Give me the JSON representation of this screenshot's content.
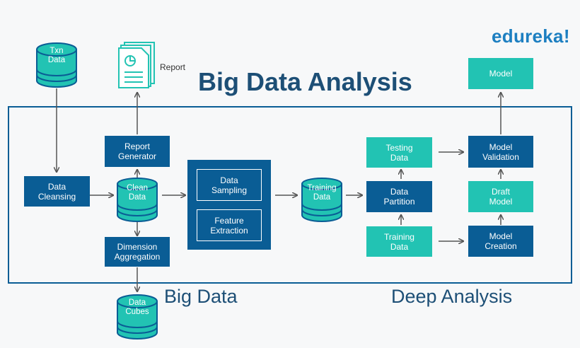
{
  "title": "Big Data Analysis",
  "brand": "edureka!",
  "section_labels": {
    "big_data": "Big Data",
    "deep_analysis": "Deep Analysis"
  },
  "report_label": "Report",
  "nodes": {
    "txn_data": "Txn\nData",
    "data_cleansing": "Data\nCleansing",
    "clean_data": "Clean\nData",
    "report_generator": "Report\nGenerator",
    "dimension_aggregation": "Dimension\nAggregation",
    "data_cubes": "Data\nCubes",
    "data_sampling": "Data\nSampling",
    "feature_extraction": "Feature\nExtraction",
    "training_data_db": "Training\nData",
    "testing_data": "Testing\nData",
    "data_partition": "Data\nPartition",
    "training_data": "Training\nData",
    "model_validation": "Model\nValidation",
    "draft_model": "Draft\nModel",
    "model_creation": "Model\nCreation",
    "model": "Model"
  },
  "colors": {
    "dark_blue": "#0a5d95",
    "teal": "#22c3b3",
    "arrow": "#555555",
    "title": "#1d4f76"
  }
}
